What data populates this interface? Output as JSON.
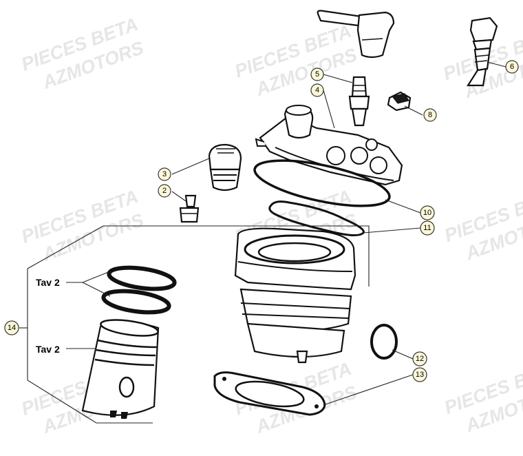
{
  "watermark": {
    "line1": "PIECES BETA",
    "line2": "AZMOTORS"
  },
  "labels": {
    "tav_upper": "Tav 2",
    "tav_lower": "Tav 2"
  },
  "callouts": [
    {
      "id": "c2",
      "label": "2"
    },
    {
      "id": "c3",
      "label": "3"
    },
    {
      "id": "c4",
      "label": "4"
    },
    {
      "id": "c5",
      "label": "5"
    },
    {
      "id": "c6",
      "label": "6"
    },
    {
      "id": "c8",
      "label": "8"
    },
    {
      "id": "c10",
      "label": "10"
    },
    {
      "id": "c11",
      "label": "11"
    },
    {
      "id": "c12",
      "label": "12"
    },
    {
      "id": "c13",
      "label": "13"
    },
    {
      "id": "c14",
      "label": "14"
    }
  ],
  "colors": {
    "callout_fill": "#fbf7d8",
    "watermark": "#e6e6e6",
    "line": "#111111"
  }
}
